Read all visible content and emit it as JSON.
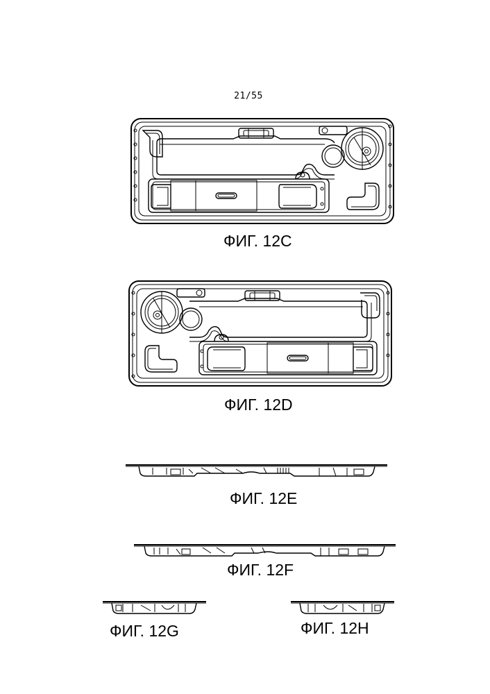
{
  "page_number": "21/55",
  "figures": [
    {
      "id": "12C",
      "label": "ФИГ. 12C"
    },
    {
      "id": "12D",
      "label": "ФИГ. 12D"
    },
    {
      "id": "12E",
      "label": "ФИГ. 12E"
    },
    {
      "id": "12F",
      "label": "ФИГ. 12F"
    },
    {
      "id": "12G",
      "label": "ФИГ. 12G"
    },
    {
      "id": "12H",
      "label": "ФИГ. 12H"
    }
  ]
}
